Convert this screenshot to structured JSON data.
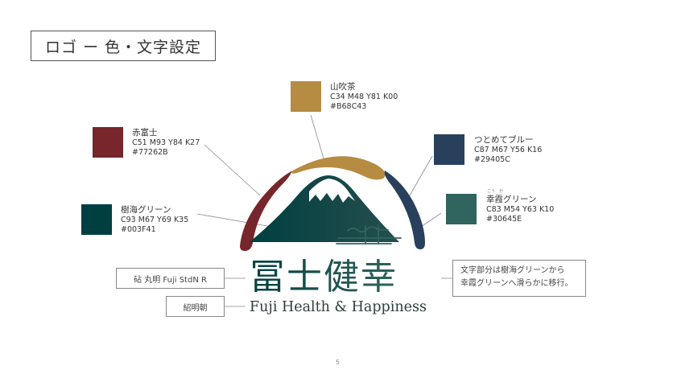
{
  "title": "ロゴ ー 色・文字設定",
  "colors": {
    "yamabukicha": {
      "name": "山吹茶",
      "cmyk": "C34 M48 Y81 K00",
      "hex": "#B68C43"
    },
    "akafuji": {
      "name": "赤富士",
      "cmyk": "C51 M93 Y84 K27",
      "hex": "#77262B"
    },
    "tsutomete_blue": {
      "name": "つとめてブルー",
      "cmyk": "C87 M67 Y56 K16",
      "hex": "#29405C"
    },
    "jukai_green": {
      "name": "樹海グリーン",
      "cmyk": "C93 M67 Y69 K35",
      "hex": "#003F41"
    },
    "kokasumi_green": {
      "name": "幸霞グリーン",
      "ruby": "こう　か",
      "cmyk": "C83 M54 Y63 K10",
      "hex": "#30645E"
    }
  },
  "fonts": {
    "jp_font_label": "砧 丸明 Fuji StdN R",
    "en_font_label": "紹明朝"
  },
  "note": {
    "line1": "文字部分は樹海グリーンから",
    "line2": "幸霞グリーンへ滑らかに移行。"
  },
  "logo": {
    "jp_text": "冨士健幸",
    "en_text": "Fuji Health & Happiness"
  },
  "page_number": "5"
}
